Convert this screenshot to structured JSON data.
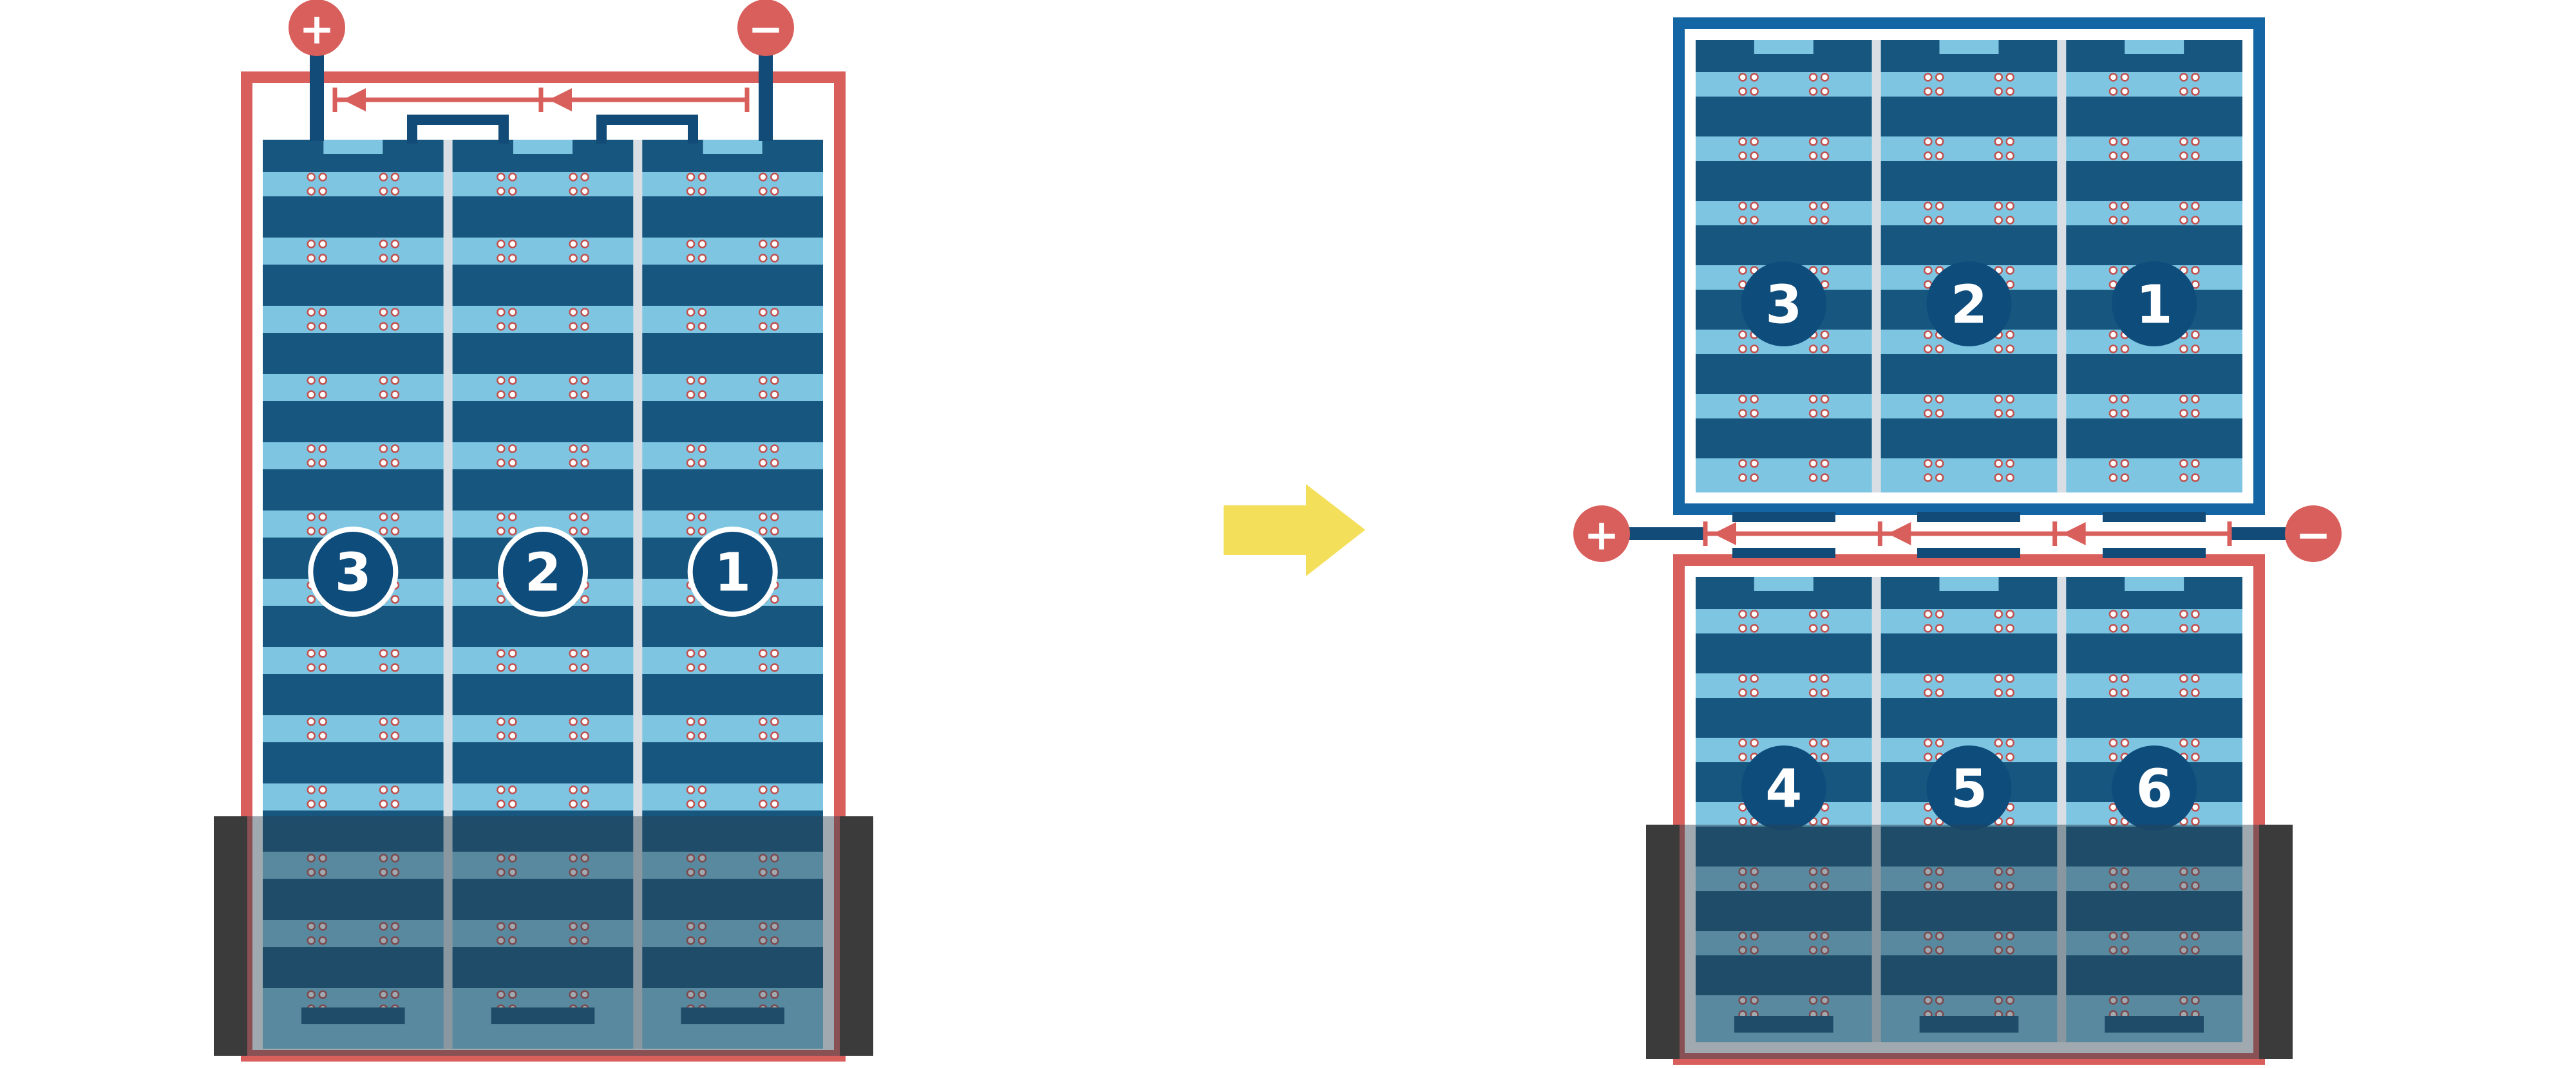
{
  "diagram": {
    "description": "Solar module cell-string wiring: one partially flooded module (left) re-arranged as split top and bottom string groups (right)",
    "colors": {
      "background": "#FFFFFF",
      "red": "#D95F5C",
      "navy": "#124B77",
      "cell": "#17567F",
      "panel_bg": "#7EC5E2",
      "blue_frame": "#1465A4",
      "badge": "#0E4C7C",
      "separator": "#D8DEE3",
      "yellow": "#F4DF5A",
      "flood_overlay": "rgba(43,64,78,0.45)",
      "flood_cap": "#3B3B3B",
      "dot_stroke": "#C0504D"
    },
    "terminals": {
      "plus": "+",
      "minus": "−"
    },
    "left_module": {
      "string_labels": [
        "3",
        "2",
        "1"
      ],
      "columns": 3
    },
    "right_top_module": {
      "string_labels": [
        "3",
        "2",
        "1"
      ],
      "columns": 3
    },
    "right_bottom_module": {
      "string_labels": [
        "4",
        "5",
        "6"
      ],
      "columns": 3
    }
  }
}
